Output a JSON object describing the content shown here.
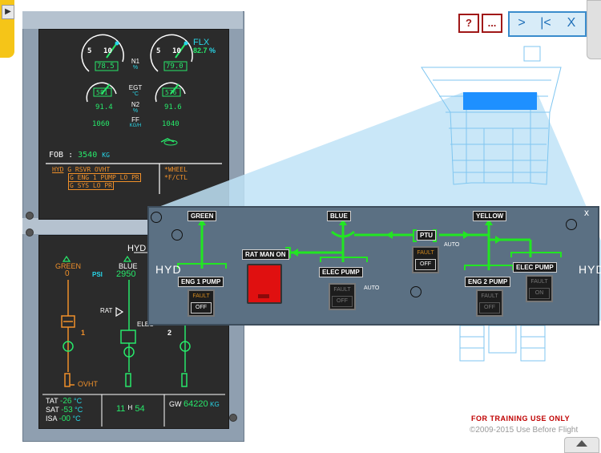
{
  "top_buttons": {
    "help": "?",
    "more": "...",
    "next": ">",
    "first": "|<",
    "close": "X"
  },
  "ewd": {
    "flx_label": "FLX",
    "flx_value": "82.7",
    "flx_unit": "%",
    "n1_label": "N1",
    "n1_unit": "%",
    "n1_left": "78.5",
    "n1_right": "79.0",
    "egt_label": "EGT",
    "egt_unit": "°C",
    "egt_left": "581",
    "egt_right": "576",
    "n2_label": "N2",
    "n2_unit": "%",
    "n2_left": "91.4",
    "n2_right": "91.6",
    "ff_label": "FF",
    "ff_unit": "KG/H",
    "ff_left": "1060",
    "ff_right": "1040",
    "gauge_5": "5",
    "gauge_10": "10",
    "fob_label": "FOB :",
    "fob_value": "3540",
    "fob_unit": "KG",
    "memo_hyd": "HYD",
    "memo_line1": "G RSVR OVHT",
    "memo_line2": "G ENG 1 PUMP LO PR",
    "memo_line3": "G SYS LO PR",
    "memo_right1": "*WHEEL",
    "memo_right2": "*F/CTL"
  },
  "sd": {
    "title": "HYD",
    "green_label": "GREEN",
    "green_value": "0",
    "blue_label": "BLUE",
    "blue_value": "2950",
    "psi_label": "PSI",
    "rat_label": "RAT",
    "elec_label": "ELEC",
    "eng1_num": "1",
    "eng2_num": "2",
    "ovht_label": "OVHT",
    "tat_label": "TAT",
    "tat_value": "-26",
    "sat_label": "SAT",
    "sat_value": "-53",
    "isa_label": "ISA",
    "isa_value": "-00",
    "temp_unit": "°C",
    "time_h": "11",
    "time_sep": "H",
    "time_m": "54",
    "gw_label": "GW",
    "gw_value": "64220",
    "gw_unit": "KG"
  },
  "panel": {
    "green": "GREEN",
    "blue": "BLUE",
    "yellow": "YELLOW",
    "ptu": "PTU",
    "rat_man_on": "RAT MAN ON",
    "elec_pump": "ELEC PUMP",
    "elec_pump_right": "ELEC PUMP",
    "eng1_pump": "ENG 1 PUMP",
    "eng2_pump": "ENG 2 PUMP",
    "hyd_left": "HYD",
    "hyd_right": "HYD",
    "auto": "AUTO",
    "fault": "FAULT",
    "off": "OFF",
    "on": "ON",
    "close": "x",
    "colors": {
      "line_green": "#22e622",
      "fault_amber": "#d48a1e",
      "rat_red": "#e01010"
    }
  },
  "footer": {
    "training": "FOR TRAINING USE ONLY",
    "copyright": "©2009-2015 Use Before Flight"
  },
  "colors": {
    "ecam_green": "#27e86a",
    "ecam_cyan": "#28d6e8",
    "ecam_amber": "#f0902a",
    "accent_blue": "#1e90ff",
    "button_red": "#a01818"
  }
}
